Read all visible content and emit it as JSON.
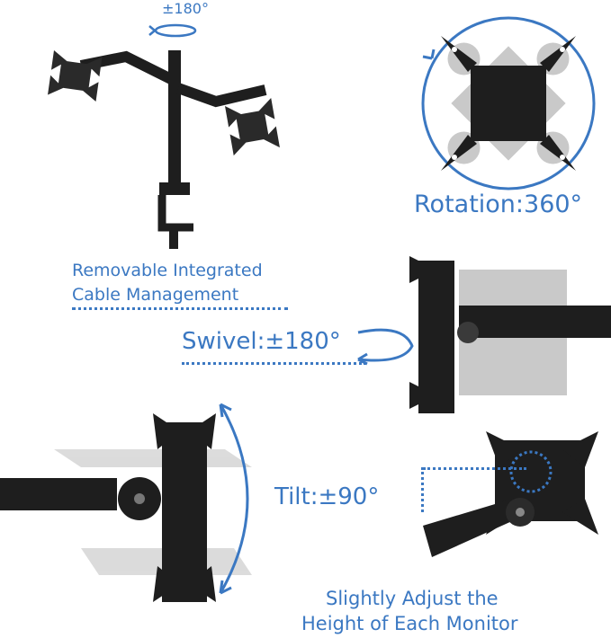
{
  "labels": {
    "top_swivel": "±180°",
    "rotation": "Rotation:360°",
    "cable_line1": "Removable Integrated",
    "cable_line2": "Cable Management",
    "swivel": "Swivel:±180°",
    "tilt": "Tilt:±90°",
    "height_line1": "Slightly Adjust the",
    "height_line2": "Height of Each Monitor"
  },
  "colors": {
    "accent": "#3b78c2",
    "metal": "#1e1e1e",
    "ghost": "#c9c9c9"
  },
  "icons": {
    "rotation_arrow": "circular-arrow-icon",
    "swivel_arrow": "curved-arrow-icon",
    "tilt_arrow": "arc-arrow-icon"
  }
}
